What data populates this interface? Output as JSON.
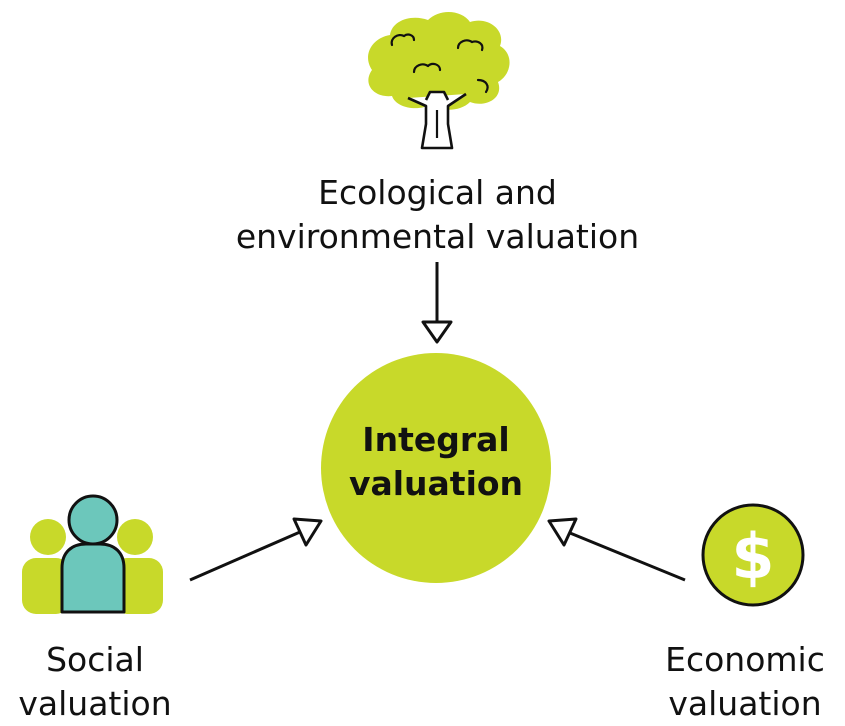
{
  "nodes": {
    "center": {
      "line1": "Integral",
      "line2": "valuation"
    },
    "ecological": {
      "line1": "Ecological and",
      "line2": "environmental valuation"
    },
    "social": {
      "line1": "Social",
      "line2": "valuation"
    },
    "economic": {
      "line1": "Economic",
      "line2": "valuation"
    }
  },
  "icons": {
    "ecological": "tree-icon",
    "social": "people-icon",
    "economic": "dollar-coin-icon",
    "coin_symbol": "$"
  },
  "colors": {
    "accent": "#c8d92a",
    "person": "#6cc7bb",
    "stroke": "#111111"
  }
}
